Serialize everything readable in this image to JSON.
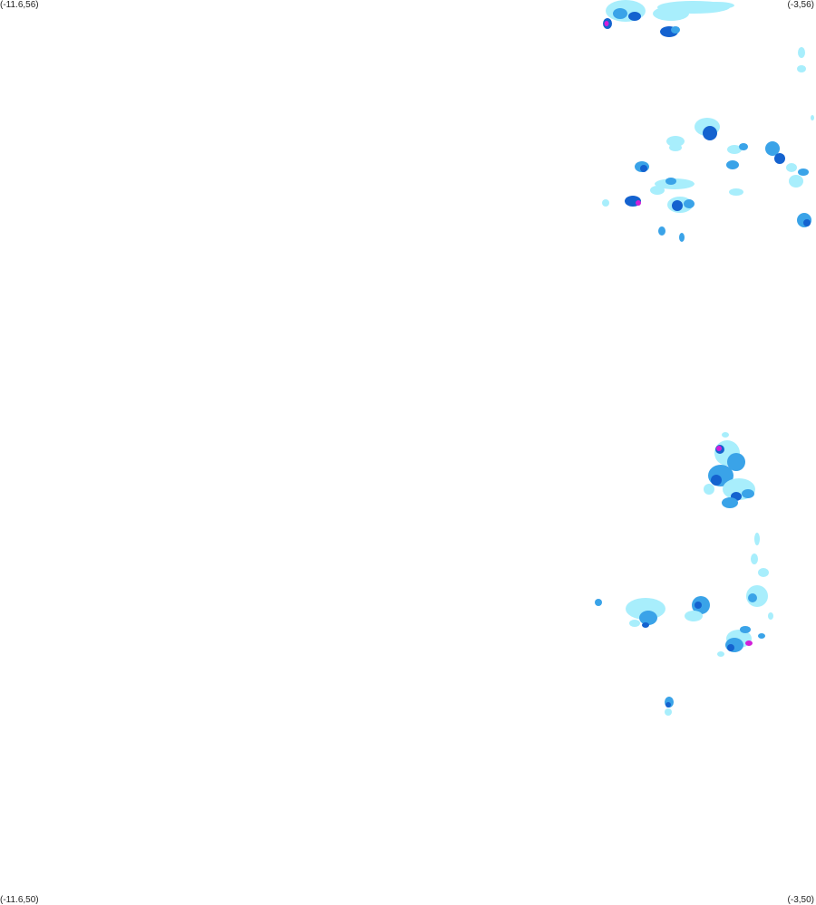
{
  "corners": {
    "top_left": "(-11.6,56)",
    "top_right": "(-3,56)",
    "bottom_left": "(-11.6,50)",
    "bottom_right": "(-3,50)"
  },
  "palette": {
    "light": "#a8eefc",
    "medium": "#3aa3e8",
    "heavy": "#1462cf",
    "intense": "#d21fd8",
    "background": "#ffffff"
  }
}
